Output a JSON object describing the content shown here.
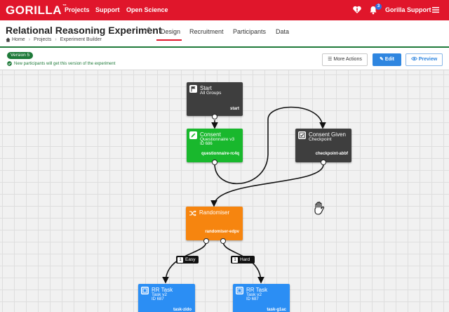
{
  "topbar": {
    "brand": "GORILLA",
    "brand_mark": "™",
    "nav": [
      "Projects",
      "Support",
      "Open Science"
    ],
    "notifications_count": "3",
    "user_name": "Gorilla Support",
    "icons": [
      "heart-alert-icon",
      "bell-icon",
      "menu-icon"
    ]
  },
  "header": {
    "title": "Relational Reasoning Experiment",
    "breadcrumb": [
      "Home",
      "Projects",
      "Experiment Builder"
    ],
    "tabs": [
      "Design",
      "Recruitment",
      "Participants",
      "Data"
    ],
    "active_tab": "Design"
  },
  "subheader": {
    "version": "Version 5",
    "version_note": "New participants will get this version of the experiment",
    "more_actions": "More Actions",
    "edit": "Edit",
    "preview": "Preview"
  },
  "nodes": {
    "start": {
      "title": "Start",
      "subtitle": "All Groups",
      "id_label": "start"
    },
    "consent": {
      "title": "Consent",
      "subtitle": "Questionnaire v3",
      "subtitle2": "ID 686",
      "id_label": "questionnaire-rc4q"
    },
    "consent_given": {
      "title": "Consent Given",
      "subtitle": "Checkpoint",
      "id_label": "checkpoint-abbf"
    },
    "randomiser": {
      "title": "Randomiser",
      "id_label": "randomiser-edpv"
    },
    "task_easy": {
      "title": "RR Task",
      "subtitle": "Task v2",
      "subtitle2": "ID 687",
      "id_label": "task-zido"
    },
    "task_hard": {
      "title": "RR Task",
      "subtitle": "Task v2",
      "subtitle2": "ID 687",
      "id_label": "task-g1ac"
    }
  },
  "branches": [
    {
      "num": "1",
      "label": "Easy"
    },
    {
      "num": "1",
      "label": "Hard"
    }
  ],
  "colors": {
    "brand_red": "#e0162b",
    "node_dark": "#3e3e3e",
    "node_green": "#19b82d",
    "node_orange": "#f6850f",
    "node_blue": "#2b8ef4",
    "accent_blue": "#2f86e0",
    "version_green": "#1f7a3a"
  }
}
